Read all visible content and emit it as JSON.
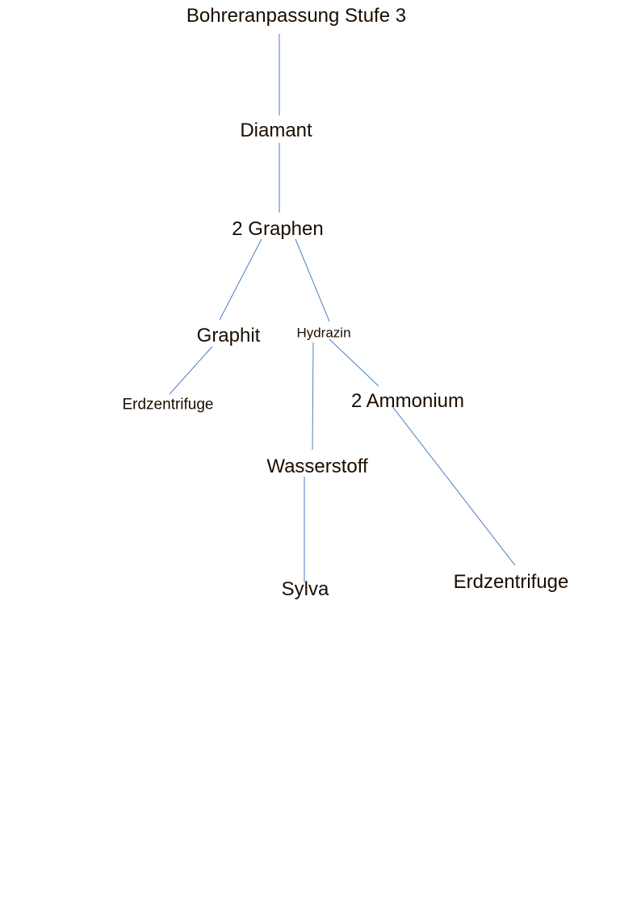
{
  "diagram": {
    "nodes": {
      "root": "Bohreranpassung Stufe 3",
      "diamant": "Diamant",
      "graphen": "2 Graphen",
      "graphit": "Graphit",
      "hydrazin": "Hydrazin",
      "erdzentrifuge_small": "Erdzentrifuge",
      "ammonium": "2 Ammonium",
      "wasserstoff": "Wasserstoff",
      "sylva": "Sylva",
      "erdzentrifuge_large": "Erdzentrifuge"
    },
    "line_color": "#4a7fc1",
    "text_color": "#1a0d00"
  }
}
